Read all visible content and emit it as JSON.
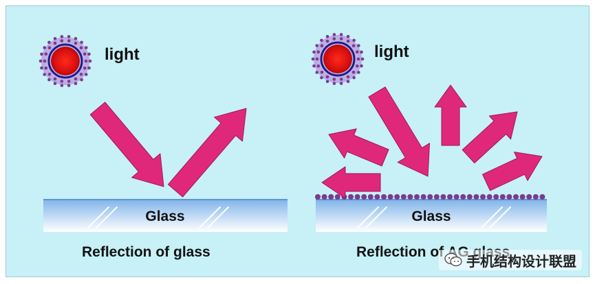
{
  "colors": {
    "background": "#c7f0f7",
    "arrow": "#e0287a",
    "arrow_edge": "#9d1656",
    "glass_top": "#7fb3ea",
    "glass_bottom": "#ffffff",
    "sun_core": "#d81010",
    "sun_ring": "#1c1c8c",
    "sun_dots": "#7a3b8f",
    "ag_beads": "#7a3b8f"
  },
  "left_panel": {
    "light_label": "light",
    "glass_label": "Glass",
    "caption": "Reflection of glass"
  },
  "right_panel": {
    "light_label": "light",
    "glass_label": "Glass",
    "caption": "Reflection of AG glass"
  },
  "watermark": {
    "icon": "wechat-icon",
    "text": "手机结构设计联盟"
  }
}
